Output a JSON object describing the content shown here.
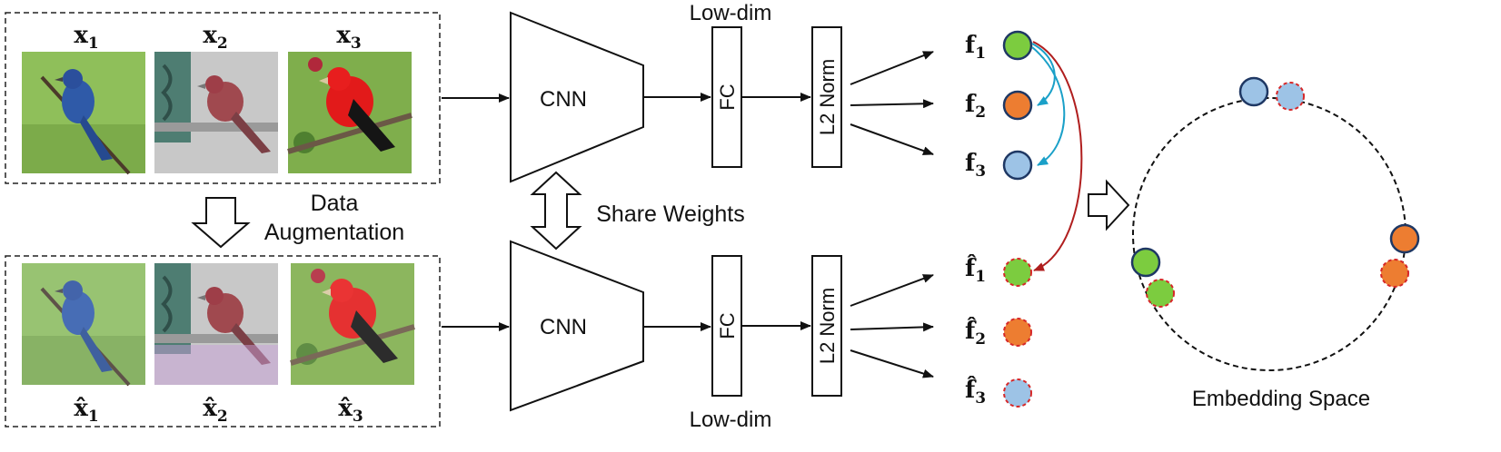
{
  "original_images": {
    "labels": [
      "x",
      "x",
      "x"
    ],
    "subscripts": [
      "1",
      "2",
      "3"
    ]
  },
  "augmented_images": {
    "labels": [
      "x̂",
      "x̂",
      "x̂"
    ],
    "subscripts": [
      "1",
      "2",
      "3"
    ]
  },
  "data_augmentation": {
    "line1": "Data",
    "line2": "Augmentation"
  },
  "share_weights": "Share Weights",
  "top_branch": {
    "cnn": "CNN",
    "fc": "FC",
    "norm": "L2 Norm",
    "low_dim": "Low-dim"
  },
  "bottom_branch": {
    "cnn": "CNN",
    "fc": "FC",
    "norm": "L2 Norm",
    "low_dim": "Low-dim"
  },
  "features": {
    "original": [
      {
        "label": "f",
        "sub": "1",
        "color": "#7ccc3f"
      },
      {
        "label": "f",
        "sub": "2",
        "color": "#ed7d31"
      },
      {
        "label": "f",
        "sub": "3",
        "color": "#9dc3e6"
      }
    ],
    "augmented": [
      {
        "label": "f̂",
        "sub": "1",
        "color": "#7ccc3f"
      },
      {
        "label": "f̂",
        "sub": "2",
        "color": "#ed7d31"
      },
      {
        "label": "f̂",
        "sub": "3",
        "color": "#9dc3e6"
      }
    ]
  },
  "embedding_space": {
    "label": "Embedding Space"
  },
  "colors": {
    "green": "#7ccc3f",
    "orange": "#ed7d31",
    "blue": "#9dc3e6",
    "solid_outline": "#1f3864",
    "dashed_outline": "#d62728",
    "positive_arrow": "#b01e1e",
    "negative_arrow": "#1aa0c8"
  }
}
